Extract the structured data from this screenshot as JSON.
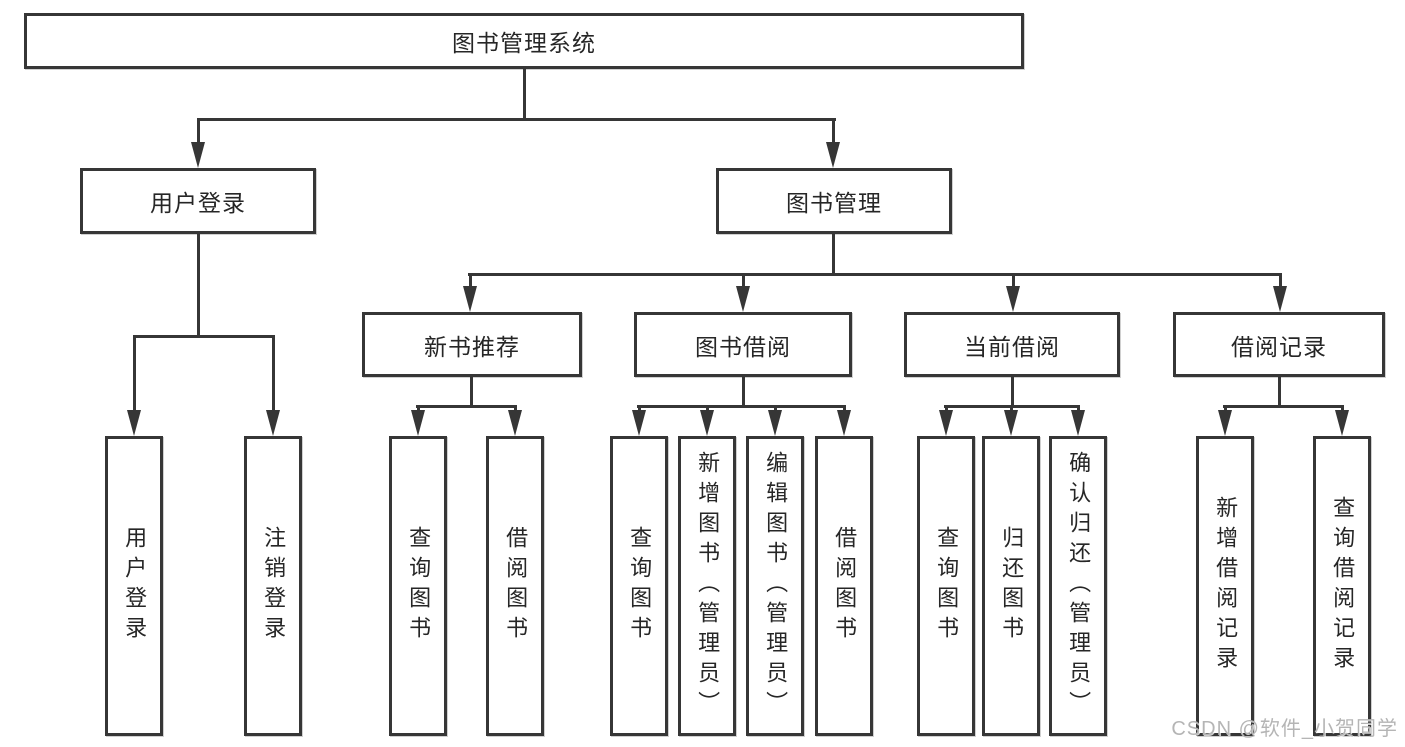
{
  "diagram": {
    "title": "图书管理系统",
    "branches": [
      {
        "label": "用户登录",
        "children": [
          {
            "label": "用户登录"
          },
          {
            "label": "注销登录"
          }
        ]
      },
      {
        "label": "图书管理",
        "children": [
          {
            "label": "新书推荐",
            "children": [
              {
                "label": "查询图书"
              },
              {
                "label": "借阅图书"
              }
            ]
          },
          {
            "label": "图书借阅",
            "children": [
              {
                "label": "查询图书"
              },
              {
                "label": "新增图书（管理员）"
              },
              {
                "label": "编辑图书（管理员）"
              },
              {
                "label": "借阅图书"
              }
            ]
          },
          {
            "label": "当前借阅",
            "children": [
              {
                "label": "查询图书"
              },
              {
                "label": "归还图书"
              },
              {
                "label": "确认归还（管理员）"
              }
            ]
          },
          {
            "label": "借阅记录",
            "children": [
              {
                "label": "新增借阅记录"
              },
              {
                "label": "查询借阅记录"
              }
            ]
          }
        ]
      }
    ]
  },
  "colors": {
    "line": "#363636",
    "text": "#262626",
    "background": "#ffffff",
    "watermark": "#b5b5b5"
  },
  "watermark": {
    "text": "CSDN @软件_小贺同学"
  }
}
